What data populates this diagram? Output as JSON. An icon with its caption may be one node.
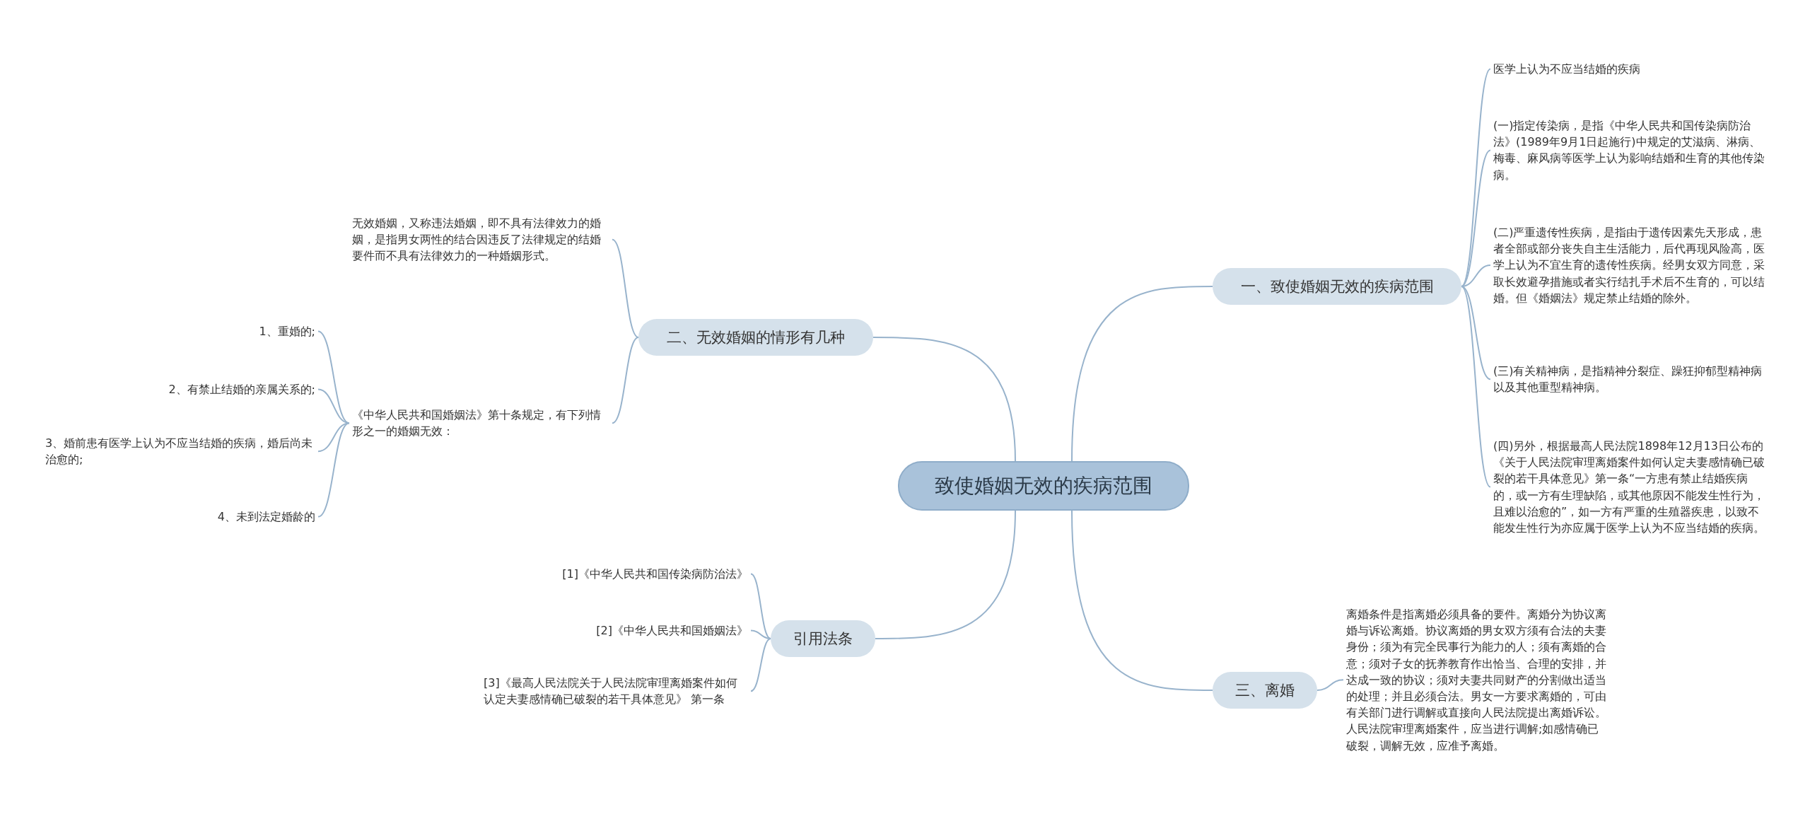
{
  "diagram": {
    "nodes": [
      {
        "text": [
          "致使婚姻无效的疾病范围"
        ]
      },
      {
        "text": [
          "一、致使婚姻无效的疾病范围"
        ]
      },
      {
        "text": [
          "医学上认为不应当结婚的疾病"
        ]
      },
      {
        "text": [
          "(一)指定传染病，是指《中华人民共和国传染病防治法》(1989年9月1日起施行)中规定的艾滋病、淋病、梅毒、麻风病等医学上认为影响结婚和生育的其他传染病。"
        ]
      },
      {
        "text": [
          "(二)严重遗传性疾病，是指由于遗传因素先天形成，患者全部或部分丧失自主生活能力，后代再现风险高，医学上认为不宜生育的遗传性疾病。经男女双方同意，采取长效避孕措施或者实行结扎手术后不生育的，可以结婚。但《婚姻法》规定禁止结婚的除外。"
        ]
      },
      {
        "text": [
          "(三)有关精神病，是指精神分裂症、躁狂抑郁型精神病以及其他重型精神病。"
        ]
      },
      {
        "text": [
          "(四)另外，根据最高人民法院1898年12月13日公布的《关于人民法院审理离婚案件如何认定夫妻感情确已破裂的若干具体意见》第一条“一方患有禁止结婚疾病的，或一方有生理缺陷，或其他原因不能发生性行为，且难以治愈的”，如一方有严重的生殖器疾患，以致不能发生性行为亦应属于医学上认为不应当结婚的疾病。"
        ]
      },
      {
        "text": [
          "二、无效婚姻的情形有几种"
        ]
      },
      {
        "text": [
          "无效婚姻，又称违法婚姻，即不具有法律效力的婚姻，是指男女两性的结合因违反了法律规定的结婚要件而不具有法律效力的一种婚姻形式。"
        ]
      },
      {
        "text": [
          "《中华人民共和国婚姻法》第十条规定，有下列情形之一的婚姻无效："
        ]
      },
      {
        "text": [
          "1、重婚的;"
        ]
      },
      {
        "text": [
          "2、有禁止结婚的亲属关系的;"
        ]
      },
      {
        "text": [
          "3、婚前患有医学上认为不应当结婚的疾病，婚后尚未治愈的;"
        ]
      },
      {
        "text": [
          "4、未到法定婚龄的"
        ]
      },
      {
        "text": [
          "三、离婚"
        ]
      },
      {
        "text": [
          "离婚条件是指离婚必须具备的要件。离婚分为协议离婚与诉讼离婚。协议离婚的男女双方须有合法的夫妻身份；须为有完全民事行为能力的人；须有离婚的合意；须对子女的抚养教育作出恰当、合理的安排，并达成一致的协议；须对夫妻共同财产的分割做出适当的处理；并且必须合法。男女一方要求离婚的，可由有关部门进行调解或直接向人民法院提出离婚诉讼。人民法院审理离婚案件，应当进行调解;如感情确已破裂，调解无效，应准予离婚。"
        ]
      },
      {
        "text": [
          "引用法条"
        ]
      },
      {
        "text": [
          "[1]《中华人民共和国传染病防治法》"
        ]
      },
      {
        "text": [
          "[2]《中华人民共和国婚姻法》"
        ]
      },
      {
        "text": [
          "[3]《最高人民法院关于人民法院审理离婚案件如何认定夫妻感情确已破裂的若干具体意见》 第一条"
        ]
      }
    ],
    "edges": [
      {
        "from": 0,
        "to": 1,
        "arrow": "none"
      },
      {
        "from": 1,
        "to": 2,
        "arrow": "none"
      },
      {
        "from": 1,
        "to": 3,
        "arrow": "none"
      },
      {
        "from": 1,
        "to": 4,
        "arrow": "none"
      },
      {
        "from": 1,
        "to": 5,
        "arrow": "none"
      },
      {
        "from": 1,
        "to": 6,
        "arrow": "none"
      },
      {
        "from": 0,
        "to": 7,
        "arrow": "none"
      },
      {
        "from": 7,
        "to": 8,
        "arrow": "none"
      },
      {
        "from": 7,
        "to": 9,
        "arrow": "none"
      },
      {
        "from": 9,
        "to": 10,
        "arrow": "none"
      },
      {
        "from": 9,
        "to": 11,
        "arrow": "none"
      },
      {
        "from": 9,
        "to": 12,
        "arrow": "none"
      },
      {
        "from": 9,
        "to": 13,
        "arrow": "none"
      },
      {
        "from": 0,
        "to": 14,
        "arrow": "none"
      },
      {
        "from": 14,
        "to": 15,
        "arrow": "none"
      },
      {
        "from": 0,
        "to": 16,
        "arrow": "none"
      },
      {
        "from": 16,
        "to": 17,
        "arrow": "none"
      },
      {
        "from": 16,
        "to": 18,
        "arrow": "none"
      },
      {
        "from": 16,
        "to": 19,
        "arrow": "none"
      }
    ]
  }
}
